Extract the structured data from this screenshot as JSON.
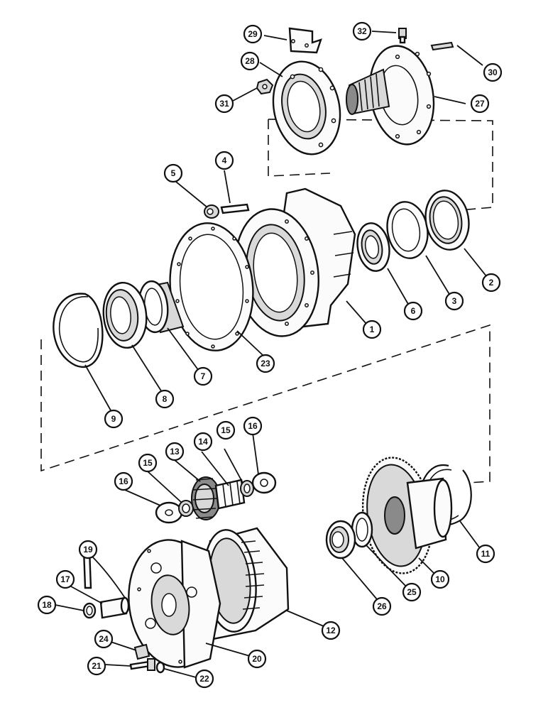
{
  "callouts": [
    {
      "id": "1",
      "label": "1"
    },
    {
      "id": "2",
      "label": "2"
    },
    {
      "id": "3",
      "label": "3"
    },
    {
      "id": "4",
      "label": "4"
    },
    {
      "id": "5",
      "label": "5"
    },
    {
      "id": "6",
      "label": "6"
    },
    {
      "id": "7",
      "label": "7"
    },
    {
      "id": "8",
      "label": "8"
    },
    {
      "id": "9",
      "label": "9"
    },
    {
      "id": "10",
      "label": "10"
    },
    {
      "id": "11",
      "label": "11"
    },
    {
      "id": "12",
      "label": "12"
    },
    {
      "id": "13",
      "label": "13"
    },
    {
      "id": "14",
      "label": "14"
    },
    {
      "id": "15a",
      "label": "15"
    },
    {
      "id": "15b",
      "label": "15"
    },
    {
      "id": "16a",
      "label": "16"
    },
    {
      "id": "16b",
      "label": "16"
    },
    {
      "id": "17",
      "label": "17"
    },
    {
      "id": "18",
      "label": "18"
    },
    {
      "id": "19",
      "label": "19"
    },
    {
      "id": "20",
      "label": "20"
    },
    {
      "id": "21",
      "label": "21"
    },
    {
      "id": "22",
      "label": "22"
    },
    {
      "id": "23",
      "label": "23"
    },
    {
      "id": "24",
      "label": "24"
    },
    {
      "id": "25",
      "label": "25"
    },
    {
      "id": "26",
      "label": "26"
    },
    {
      "id": "27",
      "label": "27"
    },
    {
      "id": "28",
      "label": "28"
    },
    {
      "id": "29",
      "label": "29"
    },
    {
      "id": "30",
      "label": "30"
    },
    {
      "id": "31",
      "label": "31"
    },
    {
      "id": "32",
      "label": "32"
    }
  ]
}
